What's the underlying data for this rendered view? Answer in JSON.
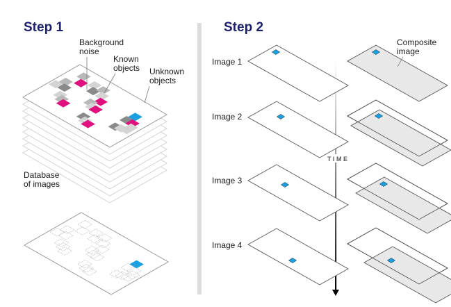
{
  "step1": {
    "title": "Step 1",
    "labels": {
      "background_noise": [
        "Background",
        "noise"
      ],
      "known_objects": [
        "Known",
        "objects"
      ],
      "unknown_objects": [
        "Unknown",
        "objects"
      ],
      "database": [
        "Database",
        "of images"
      ]
    }
  },
  "step2": {
    "title": "Step 2",
    "time_label": "TIME",
    "composite_label": [
      "Composite",
      "image"
    ],
    "images": [
      {
        "label": "Image 1"
      },
      {
        "label": "Image 2"
      },
      {
        "label": "Image 3"
      },
      {
        "label": "Image 4"
      }
    ]
  },
  "colors": {
    "title": "#1a1f6e",
    "known": "#e0117f",
    "unknown": "#1ba1e2",
    "noise_light": "#d4d4d4",
    "noise_mid": "#b8b8b8",
    "noise_dark": "#8a8a8a",
    "composite_fill": "#e8e8e8",
    "divider": "#dcdcdc"
  }
}
